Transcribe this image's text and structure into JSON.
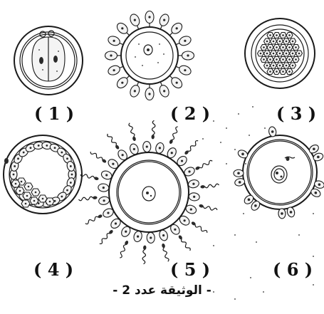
{
  "stages": [
    {
      "label": "( 1 )",
      "name": "two-cell-egg"
    },
    {
      "label": "( 2 )",
      "name": "ovocyte-with-corona-radiata"
    },
    {
      "label": "( 3 )",
      "name": "morula"
    },
    {
      "label": "( 4 )",
      "name": "blastocyst"
    },
    {
      "label": "( 5 )",
      "name": "ovocyte-surrounded-by-spermatozoa"
    },
    {
      "label": "( 6 )",
      "name": "fertilized-ovocyte"
    }
  ],
  "caption": "- الوثيقة عدد 2 -",
  "colors": {
    "ink": "#1a1a1a",
    "paper": "#ffffff"
  }
}
